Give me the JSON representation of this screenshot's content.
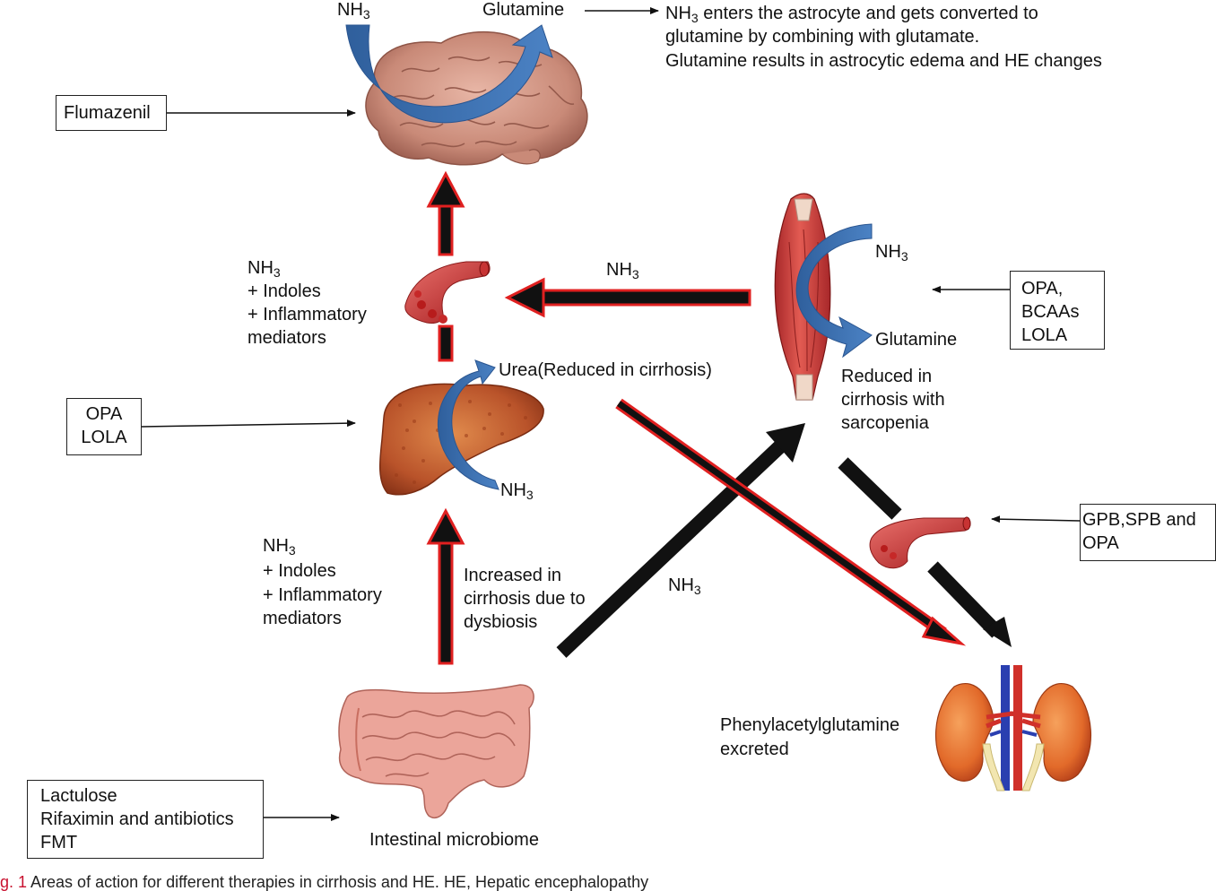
{
  "brain": {
    "nh3_label": "NH",
    "nh3_sub": "3",
    "glutamine_label": "Glutamine",
    "note_line1_pre": "NH",
    "note_line1_sub": "3",
    "note_line1_post": " enters the astrocyte and gets converted to",
    "note_line2": "glutamine by combining with glutamate.",
    "note_line3": "Glutamine results in astrocytic edema and HE changes"
  },
  "therapies": {
    "flumazenil": "Flumazenil",
    "liver_box": [
      "OPA",
      "LOLA"
    ],
    "muscle_box": [
      "OPA,",
      "BCAAs",
      "LOLA"
    ],
    "kidney_box": [
      "GPB,SPB and",
      "OPA"
    ],
    "gut_box": [
      "Lactulose",
      "Rifaximin and antibiotics",
      "FMT"
    ]
  },
  "blood_upper": {
    "nh3": "NH",
    "nh3_sub": "3",
    "line2": "+ Indoles",
    "line3": "+ Inflammatory",
    "line4": "mediators"
  },
  "blood_lower": {
    "nh3": "NH",
    "nh3_sub": "3",
    "line2": "+ Indoles",
    "line3": "+ Inflammatory",
    "line4": "mediators"
  },
  "muscle": {
    "nh3": "NH",
    "nh3_sub": "3",
    "glutamine": "Glutamine",
    "note": [
      "Reduced in",
      "cirrhosis with",
      "sarcopenia"
    ],
    "to_blood_nh3": "NH",
    "to_blood_nh3_sub": "3"
  },
  "liver": {
    "urea": "Urea(Reduced in cirrhosis)",
    "nh3": "NH",
    "nh3_sub": "3"
  },
  "gut": {
    "increase_note": [
      "Increased in",
      "cirrhosis due to",
      "dysbiosis"
    ],
    "to_muscle_nh3": "NH",
    "to_muscle_nh3_sub": "3",
    "label": "Intestinal microbiome"
  },
  "kidney": {
    "label": [
      "Phenylacetylglutamine",
      "excreted"
    ]
  },
  "caption": {
    "figno": "g. 1",
    "text": " Areas of action for different therapies in cirrhosis and HE. HE, Hepatic encephalopathy"
  }
}
